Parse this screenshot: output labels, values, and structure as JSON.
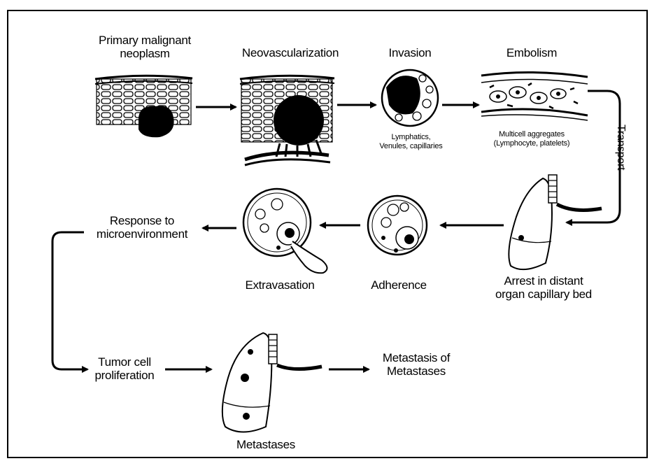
{
  "stages": {
    "primary": {
      "line1": "Primary malignant",
      "line2": "neoplasm"
    },
    "neovascularization": {
      "label": "Neovascularization"
    },
    "invasion": {
      "label": "Invasion",
      "sub1": "Lymphatics,",
      "sub2": "Venules, capillaries"
    },
    "embolism": {
      "label": "Embolism",
      "sub1": "Multicell aggregates",
      "sub2": "(Lymphocyte, platelets)"
    },
    "transport": {
      "label": "Transport"
    },
    "arrest": {
      "line1": "Arrest in distant",
      "line2": "organ capillary bed"
    },
    "adherence": {
      "label": "Adherence"
    },
    "extravasation": {
      "label": "Extravasation"
    },
    "response": {
      "line1": "Response to",
      "line2": "microenvironment"
    },
    "proliferation": {
      "line1": "Tumor cell",
      "line2": "proliferation"
    },
    "metastases": {
      "label": "Metastases"
    },
    "metastasis_of": {
      "line1": "Metastasis of",
      "line2": "Metastases"
    }
  }
}
